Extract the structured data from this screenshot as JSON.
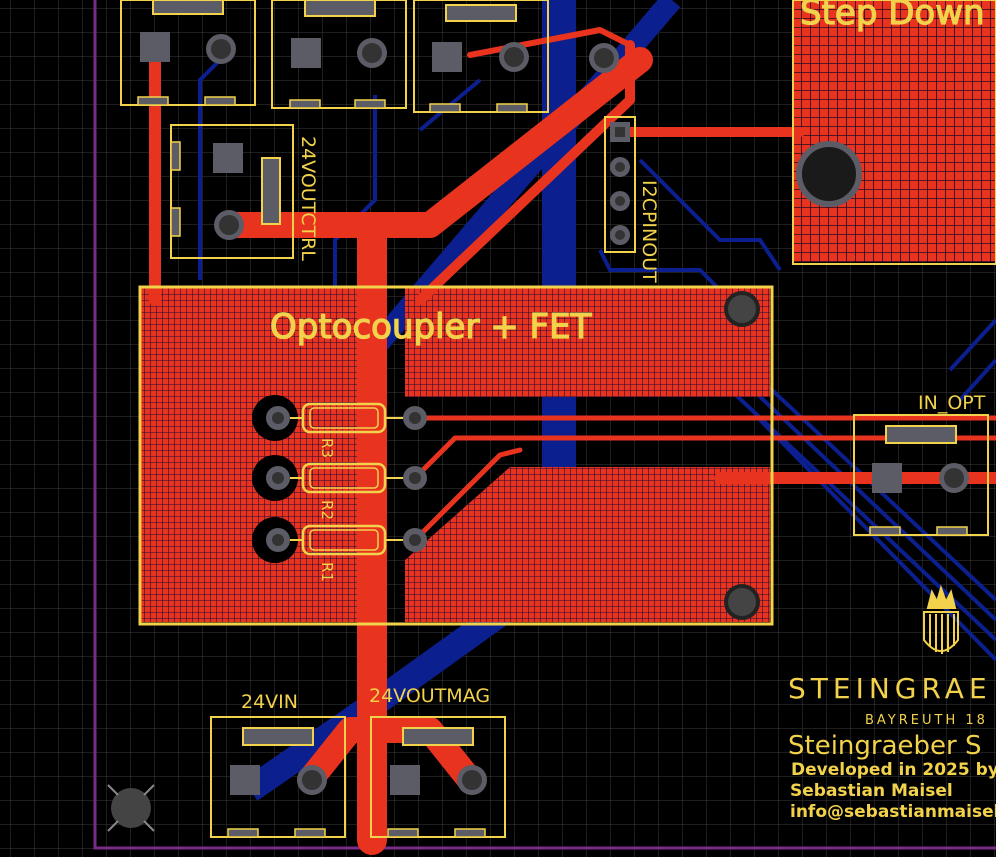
{
  "colors": {
    "background": "#000000",
    "grid": "#3c3c3c",
    "top_copper": "#e8331f",
    "bottom_copper": "#0b1f8f",
    "silkscreen": "#f2d24a",
    "pad_gray": "#5c5c66",
    "board_outline": "#7a2b8a"
  },
  "title_block": {
    "brand": "STEINGRAE",
    "city": "BAYREUTH 18",
    "project": "Steingraeber S",
    "developed": "Developed in 2025 by",
    "author": "Sebastian Maisel",
    "email": "info@sebastianmaisel"
  },
  "labels": {
    "step_down": "Step Down",
    "opto_fet": "Optocoupler + FET",
    "out_ctrl": "24VOUTCTRL",
    "i2c": "I2CPINOUT",
    "in_opt": "IN_OPT",
    "in_24v": "24VIN",
    "out_mag": "24VOUTMAG"
  },
  "resistors": [
    {
      "ref": "R3"
    },
    {
      "ref": "R2"
    },
    {
      "ref": "R1"
    }
  ],
  "icons": {
    "crest": "steingraeber-crown-crest-icon",
    "mounting_hole": "mounting-hole-icon"
  }
}
